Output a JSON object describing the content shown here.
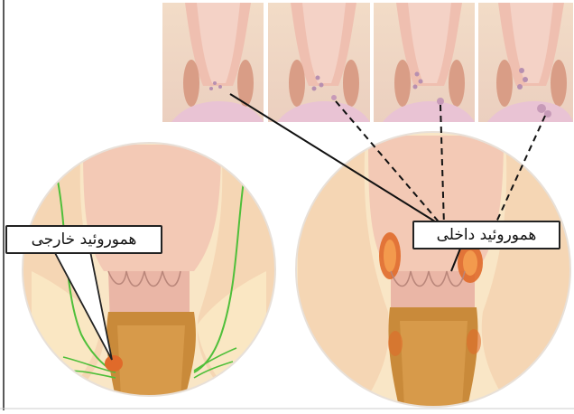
{
  "labels": {
    "external": "هموروئید خارجی",
    "internal": "هموروئید داخلی"
  },
  "colors": {
    "tissue": "#f5d6b4",
    "tissue_dark": "#e8b98a",
    "canal": "#f3c9b5",
    "mucosa": "#eab6a6",
    "fat": "#f9e6c6",
    "brown": "#c98a3a",
    "hemorrhoid": "#e06a2a",
    "vessel": "#4fbf3a",
    "line": "#111111"
  },
  "stages": [
    {
      "name": "stage-1"
    },
    {
      "name": "stage-2"
    },
    {
      "name": "stage-3"
    },
    {
      "name": "stage-4"
    }
  ]
}
